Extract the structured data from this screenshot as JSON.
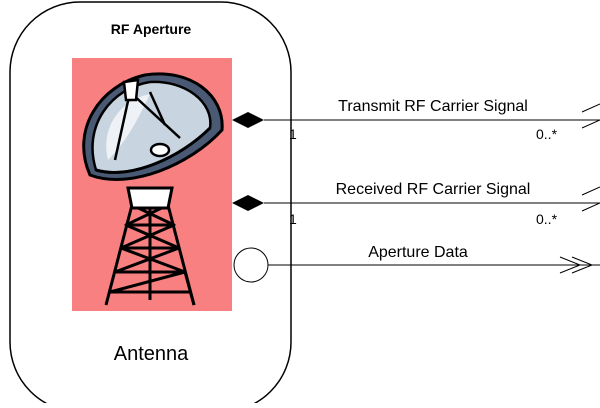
{
  "component": {
    "title": "RF Aperture",
    "name": "Antenna",
    "image": "radar-dish-antenna-icon",
    "image_background": "#f88080"
  },
  "connections": [
    {
      "label": "Transmit RF Carrier Signal",
      "end_type": "filled-diamond",
      "source_multiplicity": "1",
      "target_multiplicity": "0..*",
      "arrow": "open-arrow"
    },
    {
      "label": "Received RF Carrier Signal",
      "end_type": "filled-diamond",
      "source_multiplicity": "1",
      "target_multiplicity": "0..*",
      "arrow": "open-arrow"
    },
    {
      "label": "Aperture Data",
      "end_type": "circle-port",
      "arrow": "double-open-arrow"
    }
  ]
}
